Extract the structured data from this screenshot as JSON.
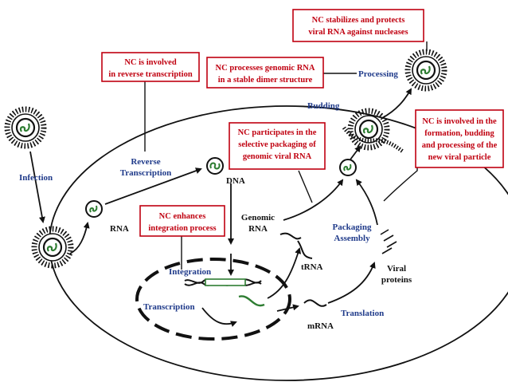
{
  "colors": {
    "box_text": "#c00010",
    "label_blue": "#1f3a8a",
    "label_black": "#111111",
    "dna_green": "#2e7d32"
  },
  "boxes": {
    "stabilizes": [
      "NC stabilizes and  protects",
      "viral RNA against nucleases"
    ],
    "reverse_transcription": [
      "NC is involved",
      "in reverse transcription"
    ],
    "dimer": [
      "NC processes genomic RNA",
      "in a stable dimer structure"
    ],
    "packaging": [
      "NC participates in the",
      "selective packaging of",
      "genomic viral RNA"
    ],
    "formation": [
      "NC is involved in the",
      "formation, budding",
      "and processing of the",
      "new viral particle"
    ],
    "integration": [
      "NC enhances",
      "integration process"
    ]
  },
  "labels": {
    "processing": "Processing",
    "budding": "Budding",
    "infection": "Infection",
    "reverse_transcription": [
      "Reverse",
      "Transcription"
    ],
    "dna": "DNA",
    "rna": "RNA",
    "genomic_rna": [
      "Genomic",
      "RNA"
    ],
    "packaging_assembly": [
      "Packaging",
      "Assembly"
    ],
    "trna": "tRNA",
    "viral_proteins": [
      "Viral",
      "proteins"
    ],
    "integration": "Integration",
    "transcription": "Transcription",
    "translation": "Translation",
    "mrna": "mRNA"
  },
  "icons": [
    "virus-particle-icon",
    "rna-strand-icon",
    "dna-helix-icon"
  ]
}
